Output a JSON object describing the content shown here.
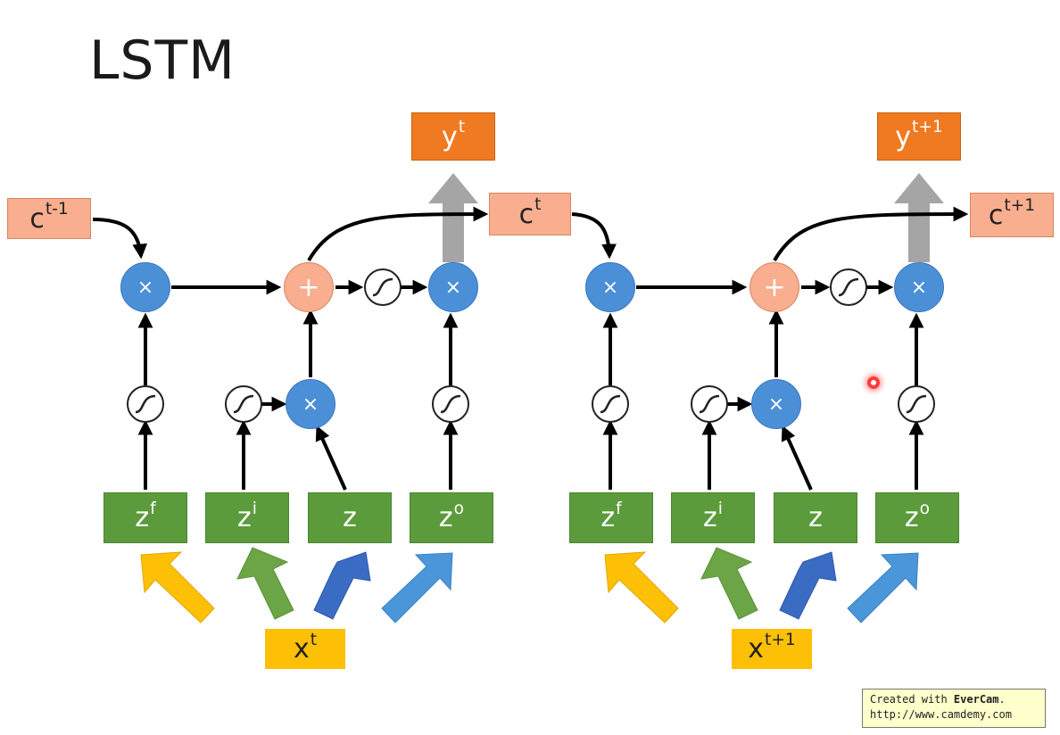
{
  "title": "LSTM",
  "colors": {
    "z_box": "#5b9b3c",
    "c_box": "#f8ae8f",
    "y_box": "#ef7a22",
    "x_box": "#fec006",
    "multiply_node": "#4b8fd7",
    "add_node": "#f8ae8f",
    "arrow_yellow": "#fec006",
    "arrow_green": "#6ba545",
    "arrow_blue": "#3a6cc4",
    "arrow_lightblue": "#4a96d9",
    "output_arrow": "#a5a5a5"
  },
  "labels": {
    "c_prev_base": "c",
    "c_prev_sup": "t-1",
    "c_t_base": "c",
    "c_t_sup": "t",
    "c_next_base": "c",
    "c_next_sup": "t+1",
    "y_t_base": "y",
    "y_t_sup": "t",
    "y_next_base": "y",
    "y_next_sup": "t+1",
    "x_t_base": "x",
    "x_t_sup": "t",
    "x_next_base": "x",
    "x_next_sup": "t+1",
    "zf_base": "z",
    "zf_sup": "f",
    "zi_base": "z",
    "zi_sup": "i",
    "z_base": "z",
    "zo_base": "z",
    "zo_sup": "o"
  },
  "symbols": {
    "multiply": "×",
    "add": "+"
  },
  "credit": {
    "line1_prefix": "Created with ",
    "brand": "EverCam",
    "line1_suffix": ".",
    "url": "http://www.camdemy.com"
  }
}
